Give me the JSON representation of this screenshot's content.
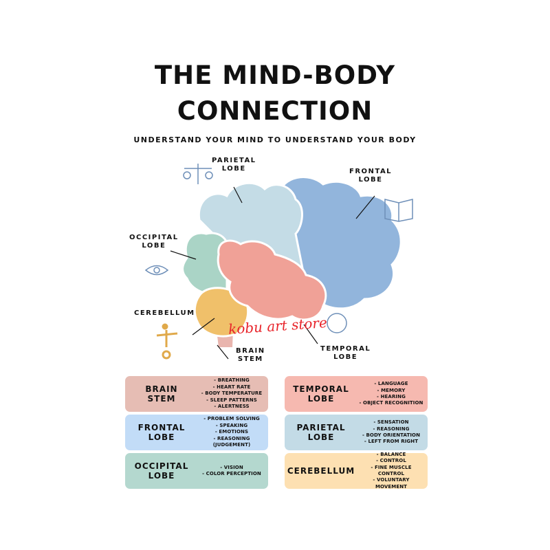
{
  "title_line1": "THE MIND-BODY",
  "title_line2": "CONNECTION",
  "subtitle": "UNDERSTAND YOUR MIND TO UNDERSTAND YOUR BODY",
  "labels": {
    "parietal": "PARIETAL\nLOBE",
    "frontal": "FRONTAL\nLOBE",
    "occipital": "OCCIPITAL\nLOBE",
    "cerebellum": "CEREBELLUM",
    "brain_stem": "BRAIN\nSTEM",
    "temporal": "TEMPORAL\nLOBE"
  },
  "watermark": "kobu art store",
  "colors": {
    "parietal": "#c4dce6",
    "frontal": "#92b5dc",
    "occipital": "#aad4c6",
    "temporal": "#f0a197",
    "cerebellum": "#f0c06a",
    "stem": "#e9b5ae"
  },
  "cards": [
    {
      "name": "BRAIN\nSTEM",
      "color": "#e6bdb4",
      "items": [
        "- BREATHING",
        "- HEART RATE",
        "- BODY TEMPERATURE",
        "- SLEEP PATTERNS",
        "- ALERTNESS"
      ]
    },
    {
      "name": "TEMPORAL\nLOBE",
      "color": "#f6b9b0",
      "items": [
        "- LANGUAGE",
        "- MEMORY",
        "- HEARING",
        "- OBJECT RECOGNITION"
      ]
    },
    {
      "name": "FRONTAL\nLOBE",
      "color": "#c2dcf7",
      "items": [
        "- PROBLEM SOLVING",
        "- SPEAKING",
        "- EMOTIONS",
        "- REASONING (JUDGEMENT)"
      ]
    },
    {
      "name": "PARIETAL\nLOBE",
      "color": "#c3dbe6",
      "items": [
        "- SENSATION",
        "- REASONING",
        "- BODY ORIENTATION",
        "- LEFT FROM RIGHT"
      ]
    },
    {
      "name": "OCCIPITAL\nLOBE",
      "color": "#b4d8cf",
      "items": [
        "- VISION",
        "- COLOR PERCEPTION"
      ]
    },
    {
      "name": "CEREBELLUM",
      "color": "#fde0b2",
      "items": [
        "- BALANCE",
        "- CONTROL",
        "- FINE MUSCLE CONTROL",
        "- VOLUNTARY MOVEMENT"
      ]
    }
  ]
}
